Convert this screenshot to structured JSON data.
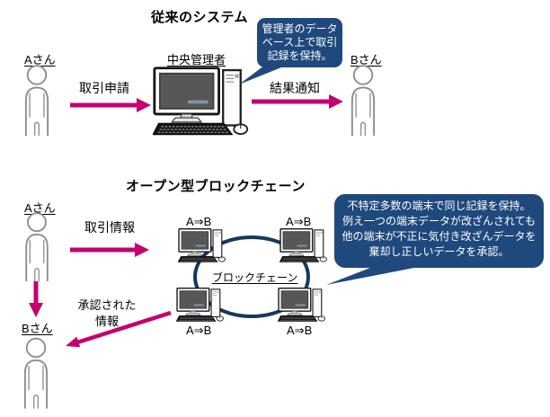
{
  "colors": {
    "bubble_fill": "#1F497D",
    "arrow_magenta": "#C40070",
    "ring_stroke": "#17375D",
    "person_outline": "#8C8C8C"
  },
  "conventional": {
    "title": "従来のシステム",
    "person_a_label": "Aさん",
    "person_b_label": "Bさん",
    "admin_label": "中央管理者",
    "request_arrow_label": "取引申請",
    "result_arrow_label": "結果通知",
    "bubble_lines": [
      "管理者のデータ",
      "ベース上で取引",
      "記録を保持。"
    ]
  },
  "blockchain": {
    "title": "オープン型ブロックチェーン",
    "person_a_label": "Aさん",
    "person_b_label": "Bさん",
    "info_arrow_label": "取引情報",
    "approved_lines": [
      "承認された",
      "情報"
    ],
    "node_label": "A⇒B",
    "ring_label": "ブロックチェーン",
    "bubble_lines": [
      "不特定多数の端末で同じ記録を保持。",
      "例え一つの端末データが改ざんされても",
      "他の端末が不正に気付き改ざんデータを",
      "棄却し正しいデータを承認。"
    ]
  }
}
